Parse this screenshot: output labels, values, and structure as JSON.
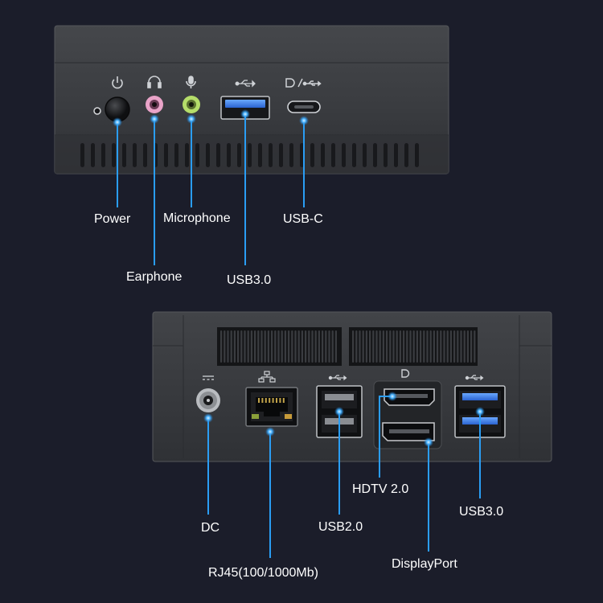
{
  "colors": {
    "background": "#1b1d2a",
    "panel": "#3a3c40",
    "panel_dark": "#2a2c30",
    "accent_line": "#2a9df4",
    "label": "#ffffff",
    "earphone_port": "#e9a3c8",
    "microphone_port": "#b5dd6a",
    "usb3_blue": "#2f6fd8"
  },
  "front_panel": {
    "icons": [
      "power-icon",
      "headphones-icon",
      "microphone-icon",
      "usb-icon",
      "displayport-usb-icon"
    ],
    "labels": {
      "power": "Power",
      "earphone": "Earphone",
      "microphone": "Microphone",
      "usb3": "USB3.0",
      "usbc": "USB-C"
    }
  },
  "rear_panel": {
    "icons": [
      "dc-icon",
      "network-icon",
      "usb-icon",
      "displayport-icon",
      "usb-icon"
    ],
    "labels": {
      "dc": "DC",
      "rj45": "RJ45(100/1000Mb)",
      "usb2": "USB2.0",
      "hdtv": "HDTV 2.0",
      "displayport": "DisplayPort",
      "usb3": "USB3.0"
    }
  }
}
